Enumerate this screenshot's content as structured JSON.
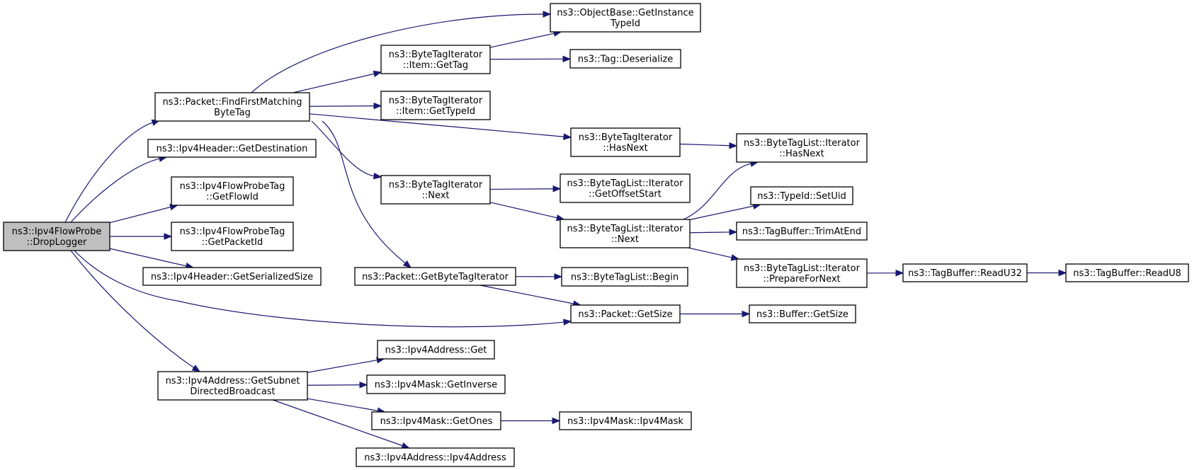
{
  "nodes": {
    "root": [
      "ns3::Ipv4FlowProbe",
      "::DropLogger"
    ],
    "findFirstMatching": [
      "ns3::Packet::FindFirstMatching",
      "ByteTag"
    ],
    "getDestination": [
      "ns3::Ipv4Header::GetDestination"
    ],
    "getFlowId": [
      "ns3::Ipv4FlowProbeTag",
      "::GetFlowId"
    ],
    "getPacketId": [
      "ns3::Ipv4FlowProbeTag",
      "::GetPacketId"
    ],
    "getSerializedSize": [
      "ns3::Ipv4Header::GetSerializedSize"
    ],
    "getSubnetDirectedBroadcast": [
      "ns3::Ipv4Address::GetSubnet",
      "DirectedBroadcast"
    ],
    "getInstanceTypeId": [
      "ns3::ObjectBase::GetInstance",
      "TypeId"
    ],
    "itemGetTag": [
      "ns3::ByteTagIterator",
      "::Item::GetTag"
    ],
    "itemGetTypeId": [
      "ns3::ByteTagIterator",
      "::Item::GetTypeId"
    ],
    "iterNext": [
      "ns3::ByteTagIterator",
      "::Next"
    ],
    "getByteTagIterator": [
      "ns3::Packet::GetByteTagIterator"
    ],
    "tagDeserialize": [
      "ns3::Tag::Deserialize"
    ],
    "iterHasNext": [
      "ns3::ByteTagIterator",
      "::HasNext"
    ],
    "getOffsetStart": [
      "ns3::ByteTagList::Iterator",
      "::GetOffsetStart"
    ],
    "listIterNext": [
      "ns3::ByteTagList::Iterator",
      "::Next"
    ],
    "listBegin": [
      "ns3::ByteTagList::Begin"
    ],
    "packetGetSize": [
      "ns3::Packet::GetSize"
    ],
    "listIterHasNext": [
      "ns3::ByteTagList::Iterator",
      "::HasNext"
    ],
    "setUid": [
      "ns3::TypeId::SetUid"
    ],
    "trimAtEnd": [
      "ns3::TagBuffer::TrimAtEnd"
    ],
    "prepareForNext": [
      "ns3::ByteTagList::Iterator",
      "::PrepareForNext"
    ],
    "bufferGetSize": [
      "ns3::Buffer::GetSize"
    ],
    "readU32": [
      "ns3::TagBuffer::ReadU32"
    ],
    "readU8": [
      "ns3::TagBuffer::ReadU8"
    ],
    "addrGet": [
      "ns3::Ipv4Address::Get"
    ],
    "maskGetInverse": [
      "ns3::Ipv4Mask::GetInverse"
    ],
    "maskGetOnes": [
      "ns3::Ipv4Mask::GetOnes"
    ],
    "addrCtor": [
      "ns3::Ipv4Address::Ipv4Address"
    ],
    "maskCtor": [
      "ns3::Ipv4Mask::Ipv4Mask"
    ]
  },
  "edges": [
    [
      "root",
      "findFirstMatching"
    ],
    [
      "root",
      "getDestination"
    ],
    [
      "root",
      "getFlowId"
    ],
    [
      "root",
      "getPacketId"
    ],
    [
      "root",
      "getSerializedSize"
    ],
    [
      "root",
      "packetGetSize"
    ],
    [
      "root",
      "getSubnetDirectedBroadcast"
    ],
    [
      "findFirstMatching",
      "getInstanceTypeId"
    ],
    [
      "findFirstMatching",
      "itemGetTag"
    ],
    [
      "findFirstMatching",
      "itemGetTypeId"
    ],
    [
      "findFirstMatching",
      "iterHasNext"
    ],
    [
      "findFirstMatching",
      "iterNext"
    ],
    [
      "findFirstMatching",
      "getByteTagIterator"
    ],
    [
      "itemGetTag",
      "getInstanceTypeId"
    ],
    [
      "itemGetTag",
      "tagDeserialize"
    ],
    [
      "iterHasNext",
      "listIterHasNext"
    ],
    [
      "iterNext",
      "getOffsetStart"
    ],
    [
      "iterNext",
      "listIterNext"
    ],
    [
      "listIterNext",
      "listIterHasNext"
    ],
    [
      "listIterNext",
      "setUid"
    ],
    [
      "listIterNext",
      "trimAtEnd"
    ],
    [
      "listIterNext",
      "prepareForNext"
    ],
    [
      "prepareForNext",
      "readU32"
    ],
    [
      "readU32",
      "readU8"
    ],
    [
      "getByteTagIterator",
      "listBegin"
    ],
    [
      "getByteTagIterator",
      "packetGetSize"
    ],
    [
      "packetGetSize",
      "bufferGetSize"
    ],
    [
      "getSubnetDirectedBroadcast",
      "addrGet"
    ],
    [
      "getSubnetDirectedBroadcast",
      "maskGetInverse"
    ],
    [
      "getSubnetDirectedBroadcast",
      "maskGetOnes"
    ],
    [
      "getSubnetDirectedBroadcast",
      "addrCtor"
    ],
    [
      "maskGetOnes",
      "maskCtor"
    ]
  ],
  "colors": {
    "edge": "#191970",
    "root_fill": "#bfbfbf",
    "node_fill": "#ffffff",
    "node_stroke": "#000000"
  }
}
